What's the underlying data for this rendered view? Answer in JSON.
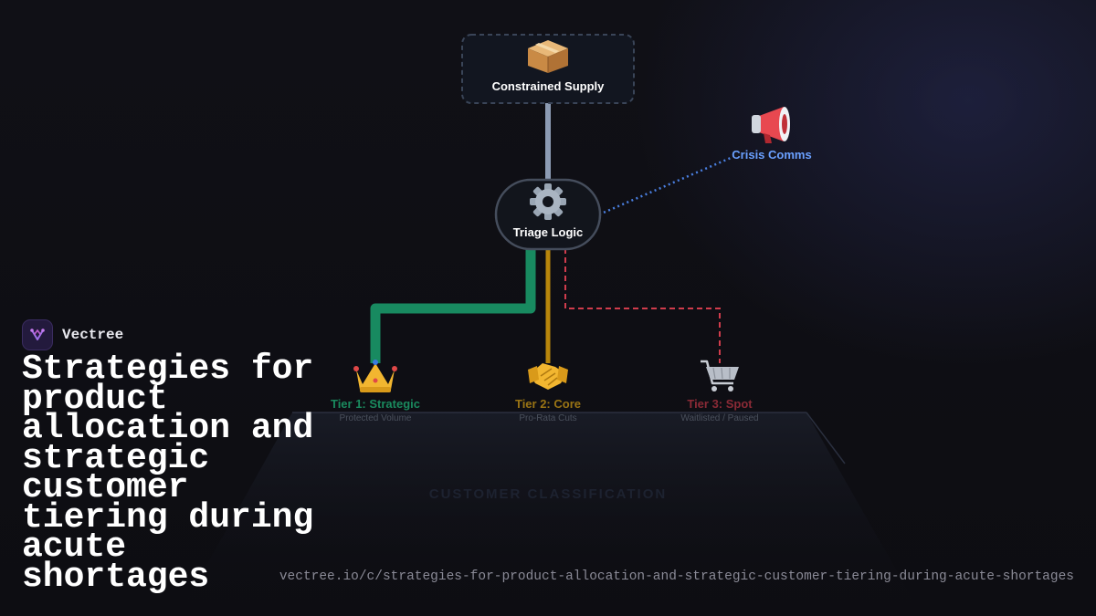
{
  "diagram": {
    "nodes": {
      "supply": {
        "icon": "package-icon",
        "label": "Constrained Supply"
      },
      "triage": {
        "icon": "gear-icon",
        "label": "Triage Logic"
      },
      "comms": {
        "icon": "megaphone-icon",
        "label": "Crisis Comms"
      },
      "tier1": {
        "icon": "crown-icon",
        "label": "Tier 1: Strategic",
        "sublabel": "Protected Volume",
        "color": "#1a8a5e"
      },
      "tier2": {
        "icon": "handshake-icon",
        "label": "Tier 2: Core",
        "sublabel": "Pro-Rata Cuts",
        "color": "#9a7414"
      },
      "tier3": {
        "icon": "cart-icon",
        "label": "Tier 3: Spot",
        "sublabel": "Waitlisted / Paused",
        "color": "#8a2a36"
      }
    },
    "platform_label": "CUSTOMER CLASSIFICATION",
    "colors": {
      "supply_line": "#8c9bb3",
      "comms_line": "#4a7fe0",
      "tier1_line": "#188a60",
      "tier2_line": "#b8860b",
      "tier3_line": "#d03c4c",
      "comms_label": "#6aa0ff"
    }
  },
  "brand": {
    "name": "Vectree",
    "logo_icon": "vectree-logo-icon"
  },
  "headline": "Strategies for product allocation and strategic customer tiering during acute shortages",
  "url": "vectree.io/c/strategies-for-product-allocation-and-strategic-customer-tiering-during-acute-shortages"
}
